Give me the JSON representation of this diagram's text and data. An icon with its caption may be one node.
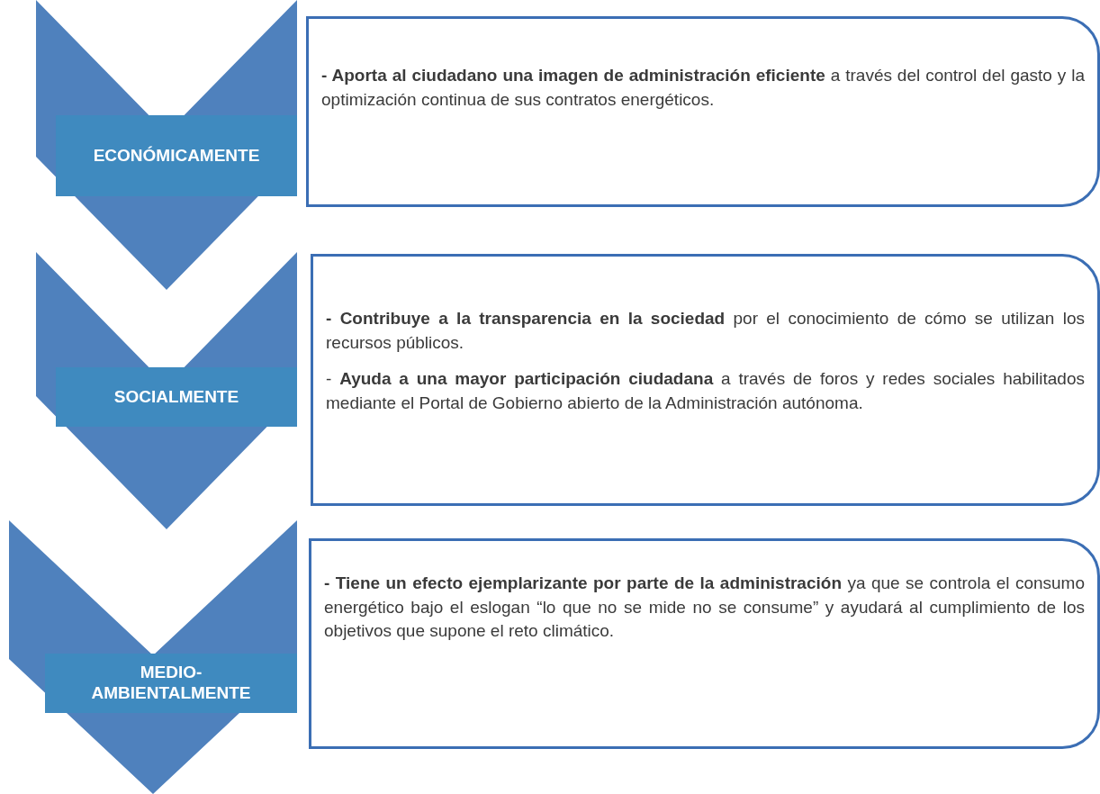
{
  "diagram": {
    "nodes": [
      {
        "text": [
          "ECONÓMICAMENTE"
        ]
      },
      {
        "text": [
          "**- Aporta al ciudadano una imagen de administración eficiente** a través del control del gasto y la optimización continua de sus contratos energéticos."
        ]
      },
      {
        "text": [
          "SOCIALMENTE"
        ]
      },
      {
        "text": [
          "**- Contribuye a la transparencia en la sociedad** por el conocimiento de cómo se utilizan los recursos públicos.",
          "- **Ayuda a una mayor participación ciudadana** a través de foros y redes sociales habilitados mediante el Portal de Gobierno abierto de la Administración autónoma."
        ]
      },
      {
        "text": [
          "MEDIO- AMBIENTALMENTE"
        ]
      },
      {
        "text": [
          "**- Tiene un efecto ejemplarizante por parte de la administración** ya que se controla el consumo energético bajo el eslogan “lo que no se mide no se consume” y ayudará al cumplimiento de los objetivos que supone el reto climático."
        ]
      }
    ]
  }
}
